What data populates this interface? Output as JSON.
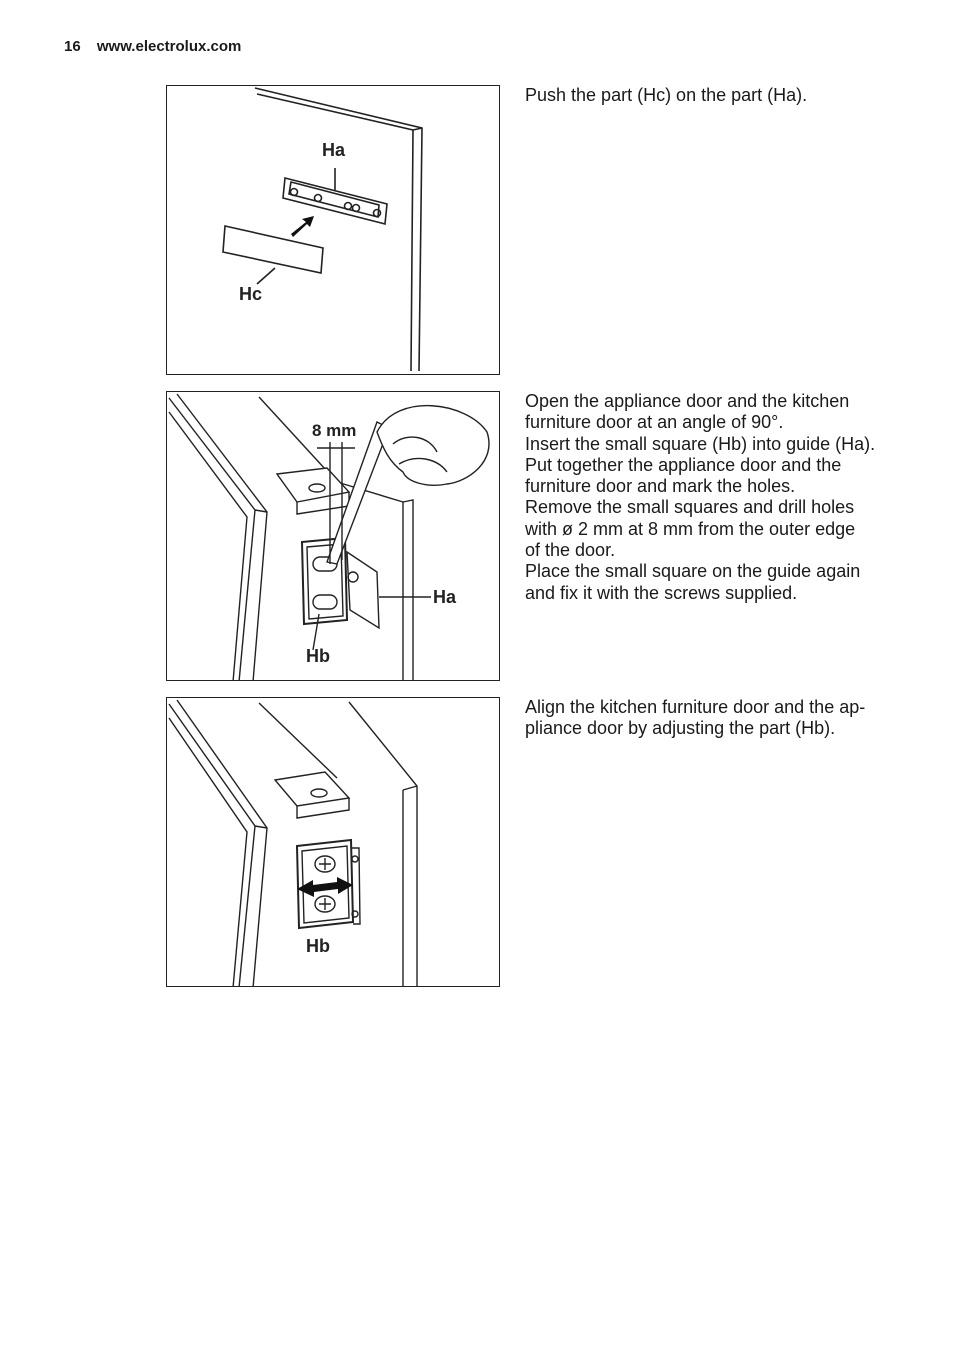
{
  "header": {
    "page_number": "16",
    "website": "www.electrolux.com"
  },
  "steps": [
    {
      "labels": [
        "Ha",
        "Hc"
      ],
      "lines": [
        "Push the part (Hc) on the part (Ha)."
      ]
    },
    {
      "labels": [
        "8 mm",
        "Ha",
        "Hb"
      ],
      "lines": [
        "Open the appliance door and the kitchen",
        "furniture door at an angle of 90°.",
        "Insert the small square (Hb) into guide (Ha).",
        "Put together the appliance door and the",
        "furniture door and mark the holes.",
        "Remove the small squares and drill holes",
        "with ø 2 mm at 8 mm from the outer edge",
        "of the door.",
        "Place the small square on the guide again",
        "and fix it with the screws supplied."
      ]
    },
    {
      "labels": [
        "Hb"
      ],
      "lines": [
        "Align the kitchen furniture door and the ap-",
        "pliance door by adjusting the part (Hb)."
      ]
    }
  ]
}
